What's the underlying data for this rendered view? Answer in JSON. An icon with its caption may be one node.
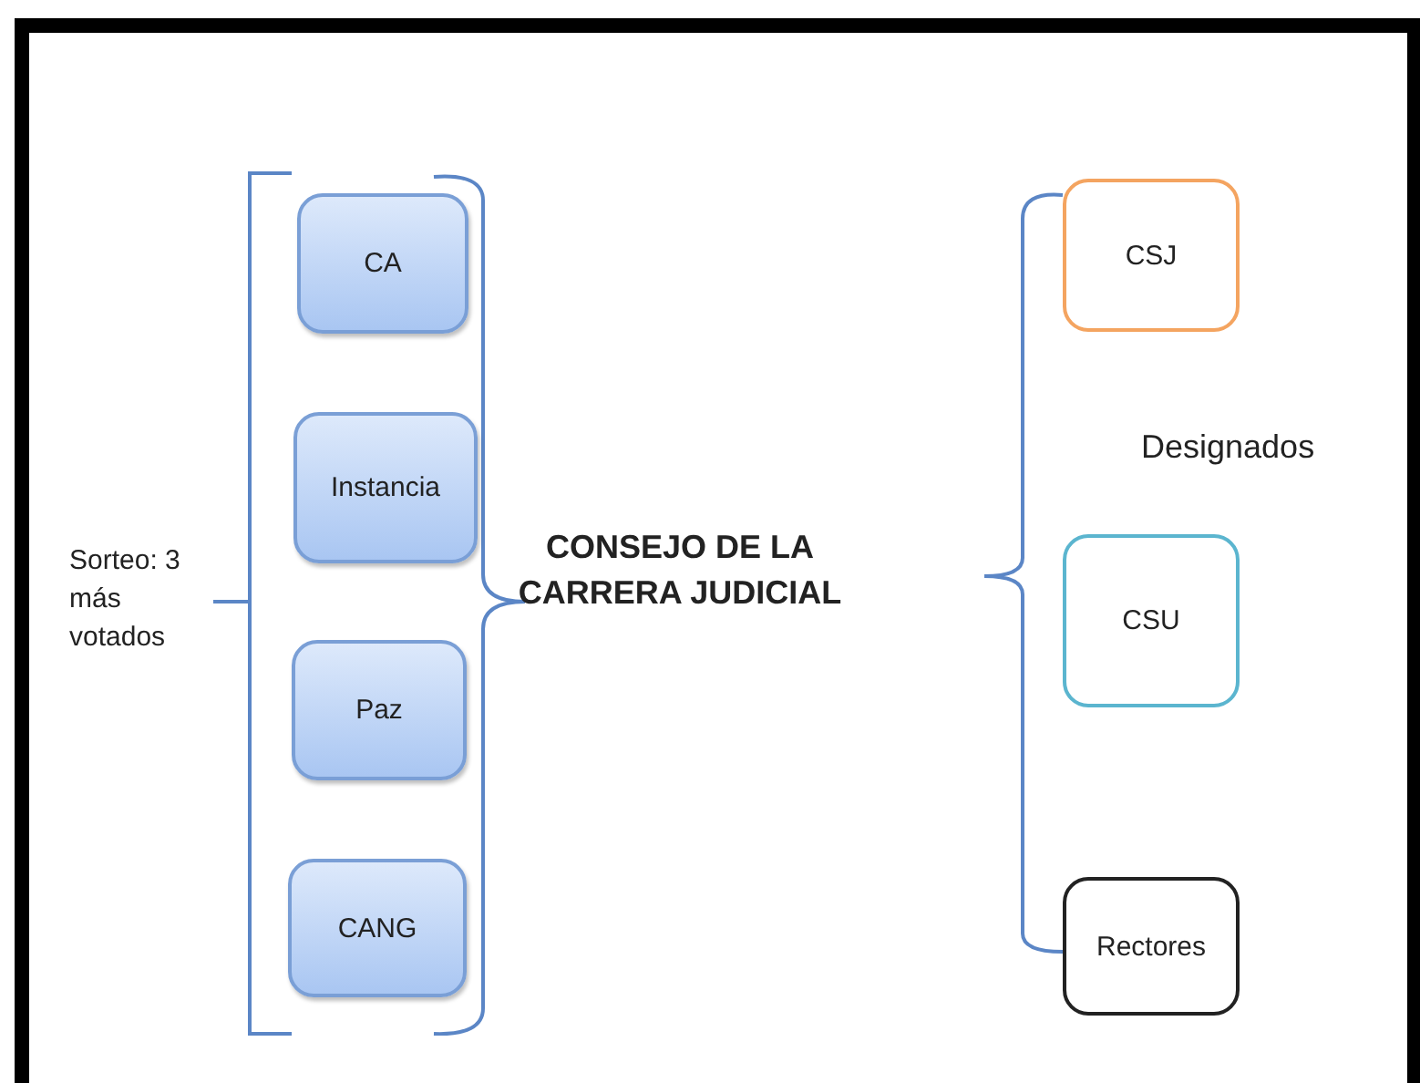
{
  "diagram": {
    "nodes": [
      {
        "text": [
          "CA"
        ]
      },
      {
        "text": [
          "Instancia"
        ]
      },
      {
        "text": [
          "Paz"
        ]
      },
      {
        "text": [
          "CANG"
        ]
      },
      {
        "text": [
          "CSJ"
        ]
      },
      {
        "text": [
          "CSU"
        ]
      },
      {
        "text": [
          "Rectores"
        ]
      }
    ],
    "labels": [
      "Sorteo: 3 más votados",
      "CONSEJO DE LA CARRERA JUDICIAL",
      "Designados"
    ]
  }
}
